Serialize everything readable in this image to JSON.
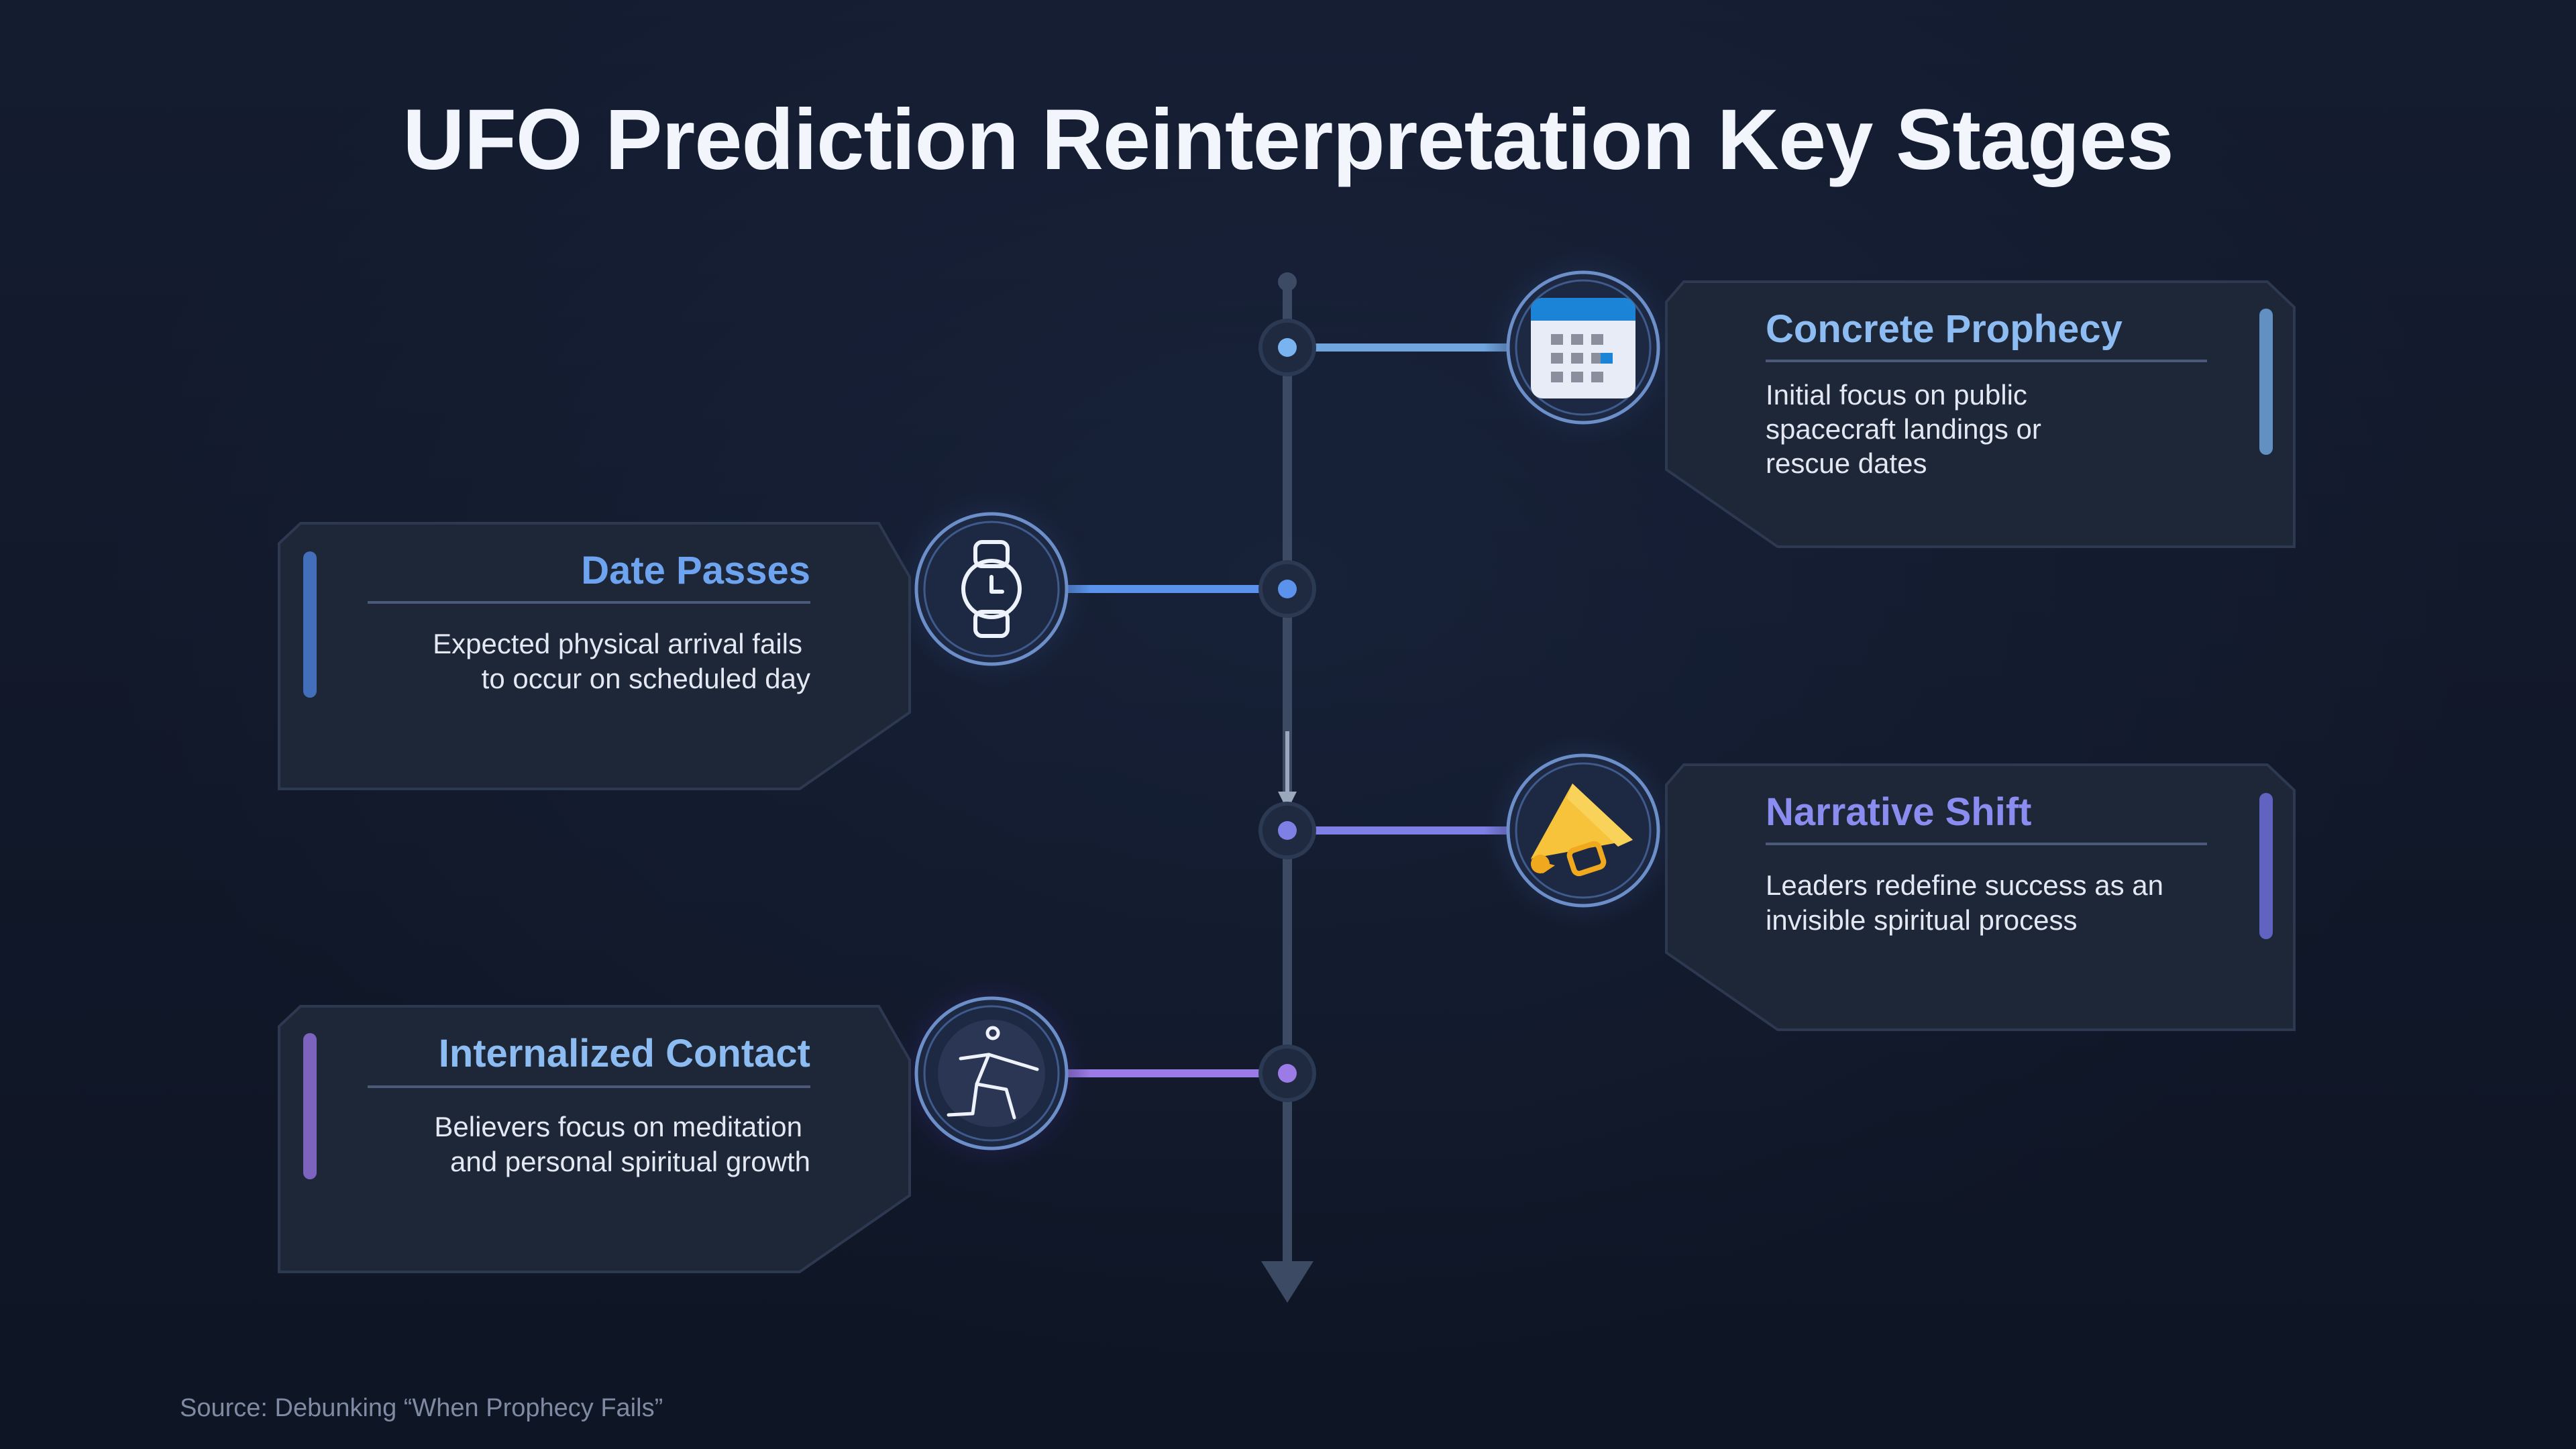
{
  "title": "UFO Prediction Reinterpretation Key Stages",
  "source": "Source: Debunking “When Prophecy Fails”",
  "stages": [
    {
      "title": "Concrete Prophecy",
      "desc": [
        "Initial focus on public",
        "spacecraft landings or",
        "rescue dates"
      ],
      "icon": "calendar-icon",
      "accent": "#7ab4f0"
    },
    {
      "title": "Date Passes",
      "desc": [
        "Expected physical arrival fails",
        "to occur on scheduled day"
      ],
      "icon": "watch-icon",
      "accent": "#5b93ec"
    },
    {
      "title": "Narrative Shift",
      "desc": [
        "Leaders redefine success as an",
        "invisible spiritual process"
      ],
      "icon": "megaphone-icon",
      "accent": "#7f80e6"
    },
    {
      "title": "Internalized Contact",
      "desc": [
        "Believers focus on meditation",
        "and personal spiritual growth"
      ],
      "icon": "running-figure-icon",
      "accent": "#9d7be6"
    }
  ]
}
